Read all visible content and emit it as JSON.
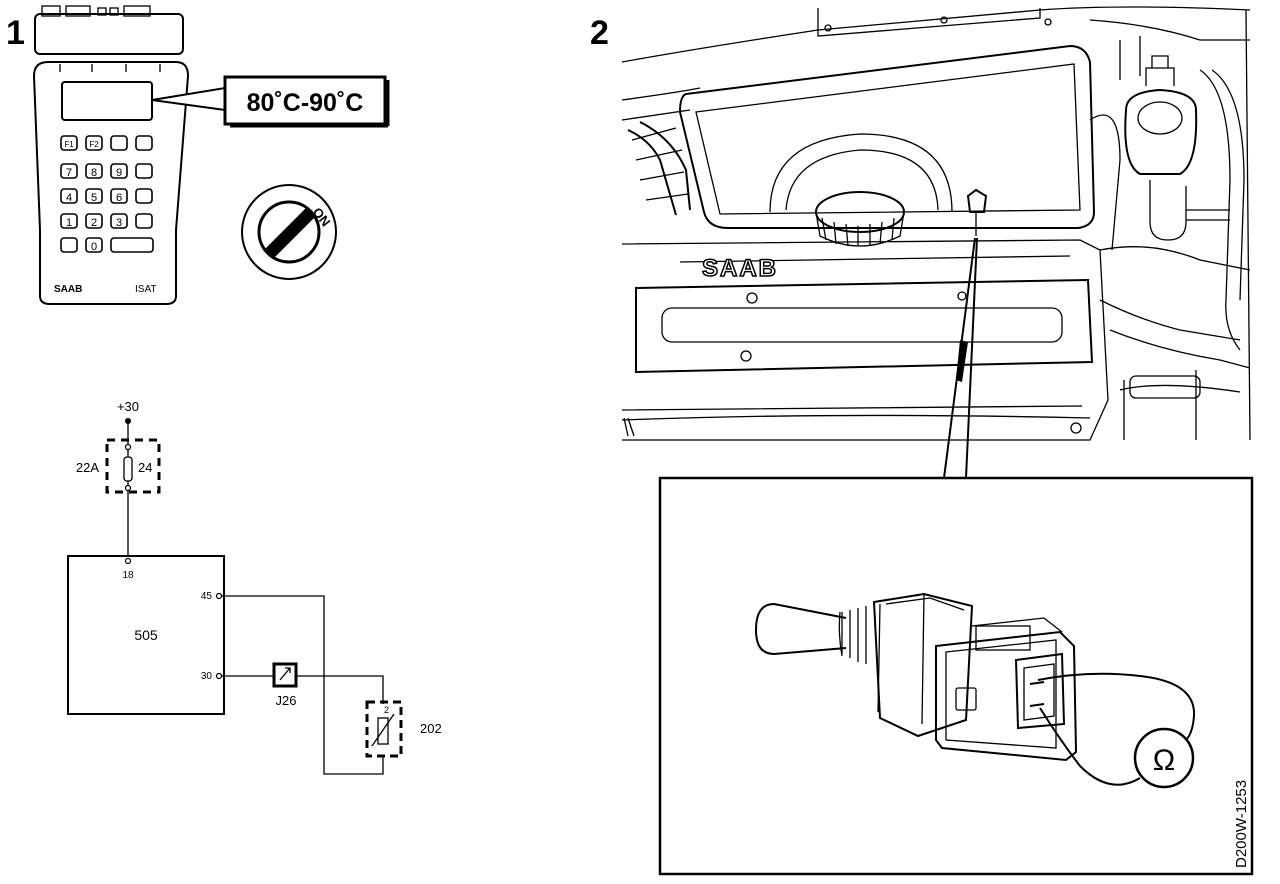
{
  "panel1": {
    "number": "1",
    "tester": {
      "display_reading": "80˚C-90˚C",
      "brand": "SAAB",
      "model": "ISAT",
      "keys": {
        "f1": "F1",
        "f2": "F2",
        "k7": "7",
        "k8": "8",
        "k9": "9",
        "k4": "4",
        "k5": "5",
        "k6": "6",
        "k1": "1",
        "k2": "2",
        "k3": "3",
        "k0": "0"
      }
    },
    "ignition": {
      "position_label": "ON"
    }
  },
  "circuit": {
    "supply_label": "+30",
    "fuse_box_label": "22A",
    "fuse_number": "24",
    "ecu_label": "505",
    "ecu_pin_power": "18",
    "ecu_pin_a": "45",
    "ecu_pin_b": "30",
    "junction_label": "J26",
    "sensor_label": "202",
    "sensor_pin": "2"
  },
  "panel2": {
    "number": "2",
    "engine_badge": "SAAB",
    "ohm_symbol": "Ω",
    "figure_code": "D200W-1253"
  }
}
